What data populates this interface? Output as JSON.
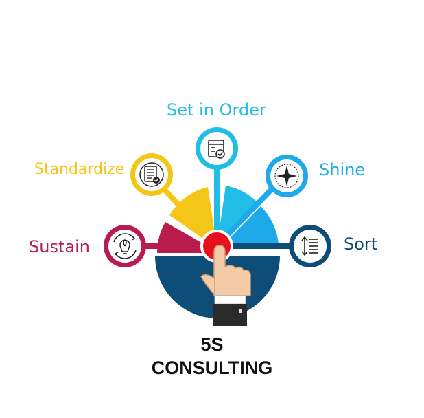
{
  "categories": {
    "set_in_order": "Set in Order",
    "standardize": "Standardize",
    "shine": "Shine",
    "sustain": "Sustain",
    "sort": "Sort"
  },
  "title": {
    "line1": "5S",
    "line2": "CONSULTING"
  },
  "colors": {
    "set_in_order": "#22bde6",
    "standardize": "#f5c518",
    "shine": "#1da9ea",
    "sustain": "#b81d4f",
    "sort": "#0e4d77",
    "center": "#e8101c"
  },
  "icons": {
    "set_in_order": "box-checklist-icon",
    "standardize": "document-check-icon",
    "shine": "sparkle-icon",
    "sustain": "eco-bulb-icon",
    "sort": "sort-lines-icon",
    "center": "pointing-hand-icon"
  }
}
